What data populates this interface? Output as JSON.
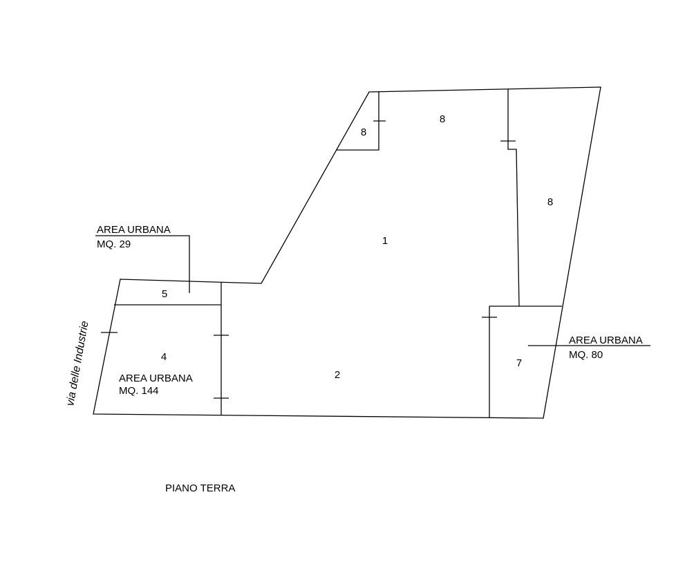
{
  "plan": {
    "room_labels": {
      "r1": "1",
      "r2": "2",
      "r4": "4",
      "r5": "5",
      "r7": "7",
      "r8_corner": "8",
      "r8_top": "8",
      "r8_right": "8"
    },
    "callouts": {
      "area_29": {
        "title": "AREA URBANA",
        "area": "MQ. 29"
      },
      "area_144": {
        "title": "AREA URBANA",
        "area": "MQ. 144"
      },
      "area_80": {
        "title": "AREA URBANA",
        "area": "MQ. 80"
      }
    },
    "street": "via delle Industrie",
    "floor_title": "PIANO TERRA"
  }
}
